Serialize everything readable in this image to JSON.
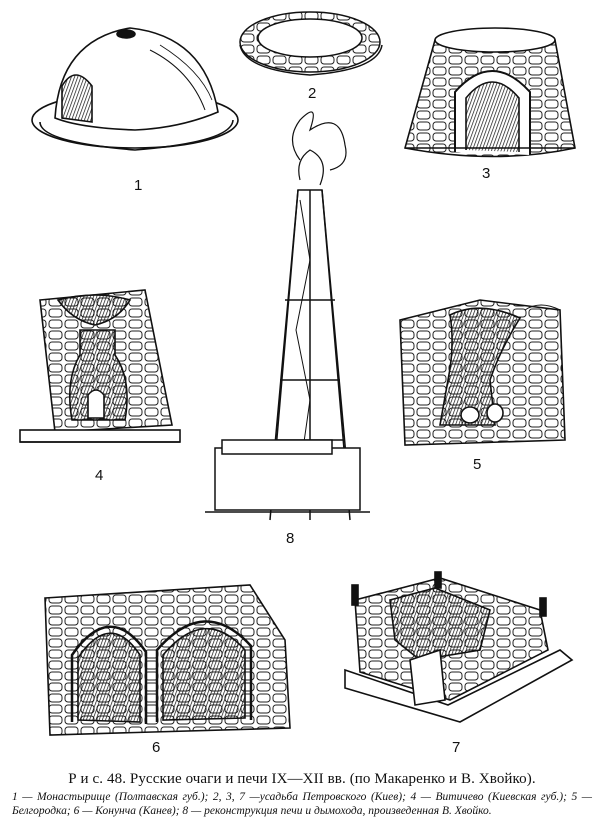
{
  "figure": {
    "labels": {
      "f1": "1",
      "f2": "2",
      "f3": "3",
      "f4": "4",
      "f5": "5",
      "f6": "6",
      "f7": "7",
      "f8": "8"
    }
  },
  "caption": {
    "title": "Р и с. 48. Русские очаги и печи IX—XII вв. (по Макаренко и В. Хвойко).",
    "legend": "1 — Монастырище (Полтавская губ.); 2, 3, 7 —усадьба Петровского (Киев); 4 — Витичево (Киевская губ.); 5 — Белгородка; 6 — Конунча (Канев); 8 — реконструкция печи и дымохода, произведенная В. Хвойко."
  }
}
